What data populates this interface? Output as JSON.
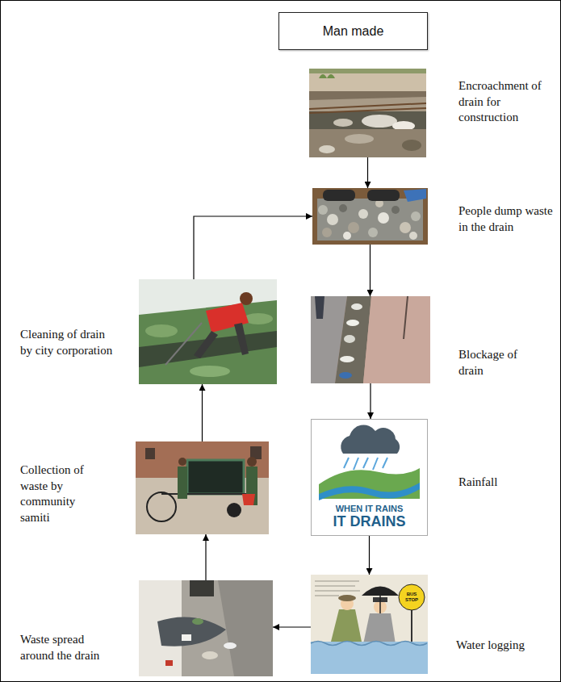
{
  "diagram": {
    "title": "Man made",
    "nodes": [
      {
        "text": [
          "Encroachment of drain for construction"
        ]
      },
      {
        "text": [
          "People dump waste in the drain"
        ]
      },
      {
        "text": [
          "Blockage of drain"
        ]
      },
      {
        "text": [
          "Rainfall"
        ]
      },
      {
        "text": [
          "Water logging"
        ]
      },
      {
        "text": [
          "Waste spread around the drain"
        ]
      },
      {
        "text": [
          "Collection of waste by community samiti"
        ]
      },
      {
        "text": [
          "Cleaning of drain by city corporation"
        ]
      }
    ],
    "edges": [
      {
        "from": 0,
        "to": 1,
        "arrow": "to"
      },
      {
        "from": 1,
        "to": 2,
        "arrow": "to"
      },
      {
        "from": 2,
        "to": 3,
        "arrow": "to"
      },
      {
        "from": 3,
        "to": 4,
        "arrow": "to"
      },
      {
        "from": 4,
        "to": 5,
        "arrow": "to"
      },
      {
        "from": 5,
        "to": 6,
        "arrow": "to"
      },
      {
        "from": 6,
        "to": 7,
        "arrow": "to"
      },
      {
        "from": 7,
        "to": 1,
        "arrow": "to"
      }
    ],
    "labels": [
      "WHEN IT RAINS",
      "IT DRAINS",
      "BUS STOP"
    ]
  }
}
